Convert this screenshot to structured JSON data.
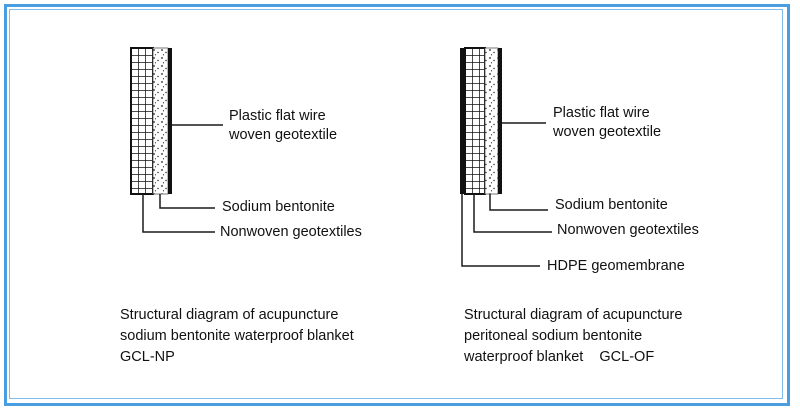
{
  "colors": {
    "frame": "#4a9ee0",
    "line": "#1a1a1a",
    "text": "#111111"
  },
  "left_panel": {
    "labels": {
      "woven_1": "Plastic flat wire",
      "woven_2": "woven geotextile",
      "bentonite": "Sodium bentonite",
      "nonwoven": "Nonwoven geotextiles"
    },
    "caption": {
      "line1": "Structural diagram of acupuncture",
      "line2": "sodium bentonite waterproof blanket",
      "line3": "GCL-NP"
    }
  },
  "right_panel": {
    "labels": {
      "woven_1": "Plastic flat wire",
      "woven_2": "woven geotextile",
      "bentonite": "Sodium bentonite",
      "nonwoven": "Nonwoven geotextiles",
      "hdpe": "HDPE geomembrane"
    },
    "caption": {
      "line1": "Structural diagram of acupuncture",
      "line2": "peritoneal sodium bentonite",
      "line3": "waterproof blanket    GCL-OF"
    }
  }
}
